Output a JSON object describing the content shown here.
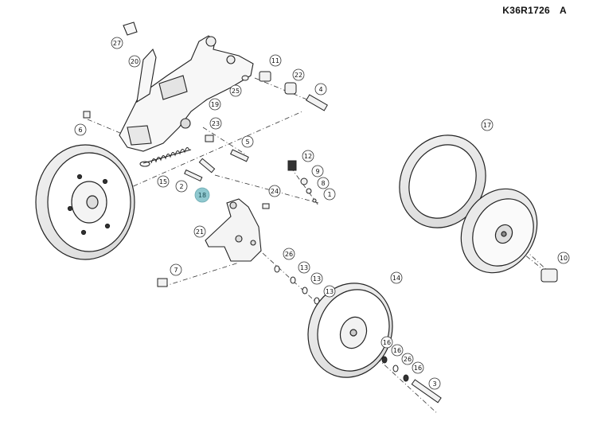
{
  "doc": {
    "code": "K36R1726",
    "rev": "A"
  },
  "callouts": [
    {
      "id": "c27",
      "label": "27",
      "highlight": false
    },
    {
      "id": "c20",
      "label": "20",
      "highlight": false
    },
    {
      "id": "c11",
      "label": "11",
      "highlight": false
    },
    {
      "id": "c22",
      "label": "22",
      "highlight": false
    },
    {
      "id": "c4",
      "label": "4",
      "highlight": false
    },
    {
      "id": "c25",
      "label": "25",
      "highlight": false
    },
    {
      "id": "c19",
      "label": "19",
      "highlight": false
    },
    {
      "id": "c23",
      "label": "23",
      "highlight": false
    },
    {
      "id": "c6",
      "label": "6",
      "highlight": false
    },
    {
      "id": "c5",
      "label": "5",
      "highlight": false
    },
    {
      "id": "c12",
      "label": "12",
      "highlight": false
    },
    {
      "id": "c9",
      "label": "9",
      "highlight": false
    },
    {
      "id": "c8",
      "label": "8",
      "highlight": false
    },
    {
      "id": "c1",
      "label": "1",
      "highlight": false
    },
    {
      "id": "c15",
      "label": "15",
      "highlight": false
    },
    {
      "id": "c2",
      "label": "2",
      "highlight": false
    },
    {
      "id": "c18",
      "label": "18",
      "highlight": true
    },
    {
      "id": "c24",
      "label": "24",
      "highlight": false
    },
    {
      "id": "c21",
      "label": "21",
      "highlight": false
    },
    {
      "id": "c17",
      "label": "17",
      "highlight": false
    },
    {
      "id": "c10",
      "label": "10",
      "highlight": false
    },
    {
      "id": "c7",
      "label": "7",
      "highlight": false
    },
    {
      "id": "c26a",
      "label": "26",
      "highlight": false
    },
    {
      "id": "c13a",
      "label": "13",
      "highlight": false
    },
    {
      "id": "c13b",
      "label": "13",
      "highlight": false
    },
    {
      "id": "c13c",
      "label": "13",
      "highlight": false
    },
    {
      "id": "c14",
      "label": "14",
      "highlight": false
    },
    {
      "id": "c16a",
      "label": "16",
      "highlight": false
    },
    {
      "id": "c16b",
      "label": "16",
      "highlight": false
    },
    {
      "id": "c26b",
      "label": "26",
      "highlight": false
    },
    {
      "id": "c16c",
      "label": "16",
      "highlight": false
    },
    {
      "id": "c3",
      "label": "3",
      "highlight": false
    }
  ],
  "colors": {
    "line": "#2a2a2a",
    "highlight": "#8fc8cf",
    "callout_bg": "#ffffff"
  }
}
